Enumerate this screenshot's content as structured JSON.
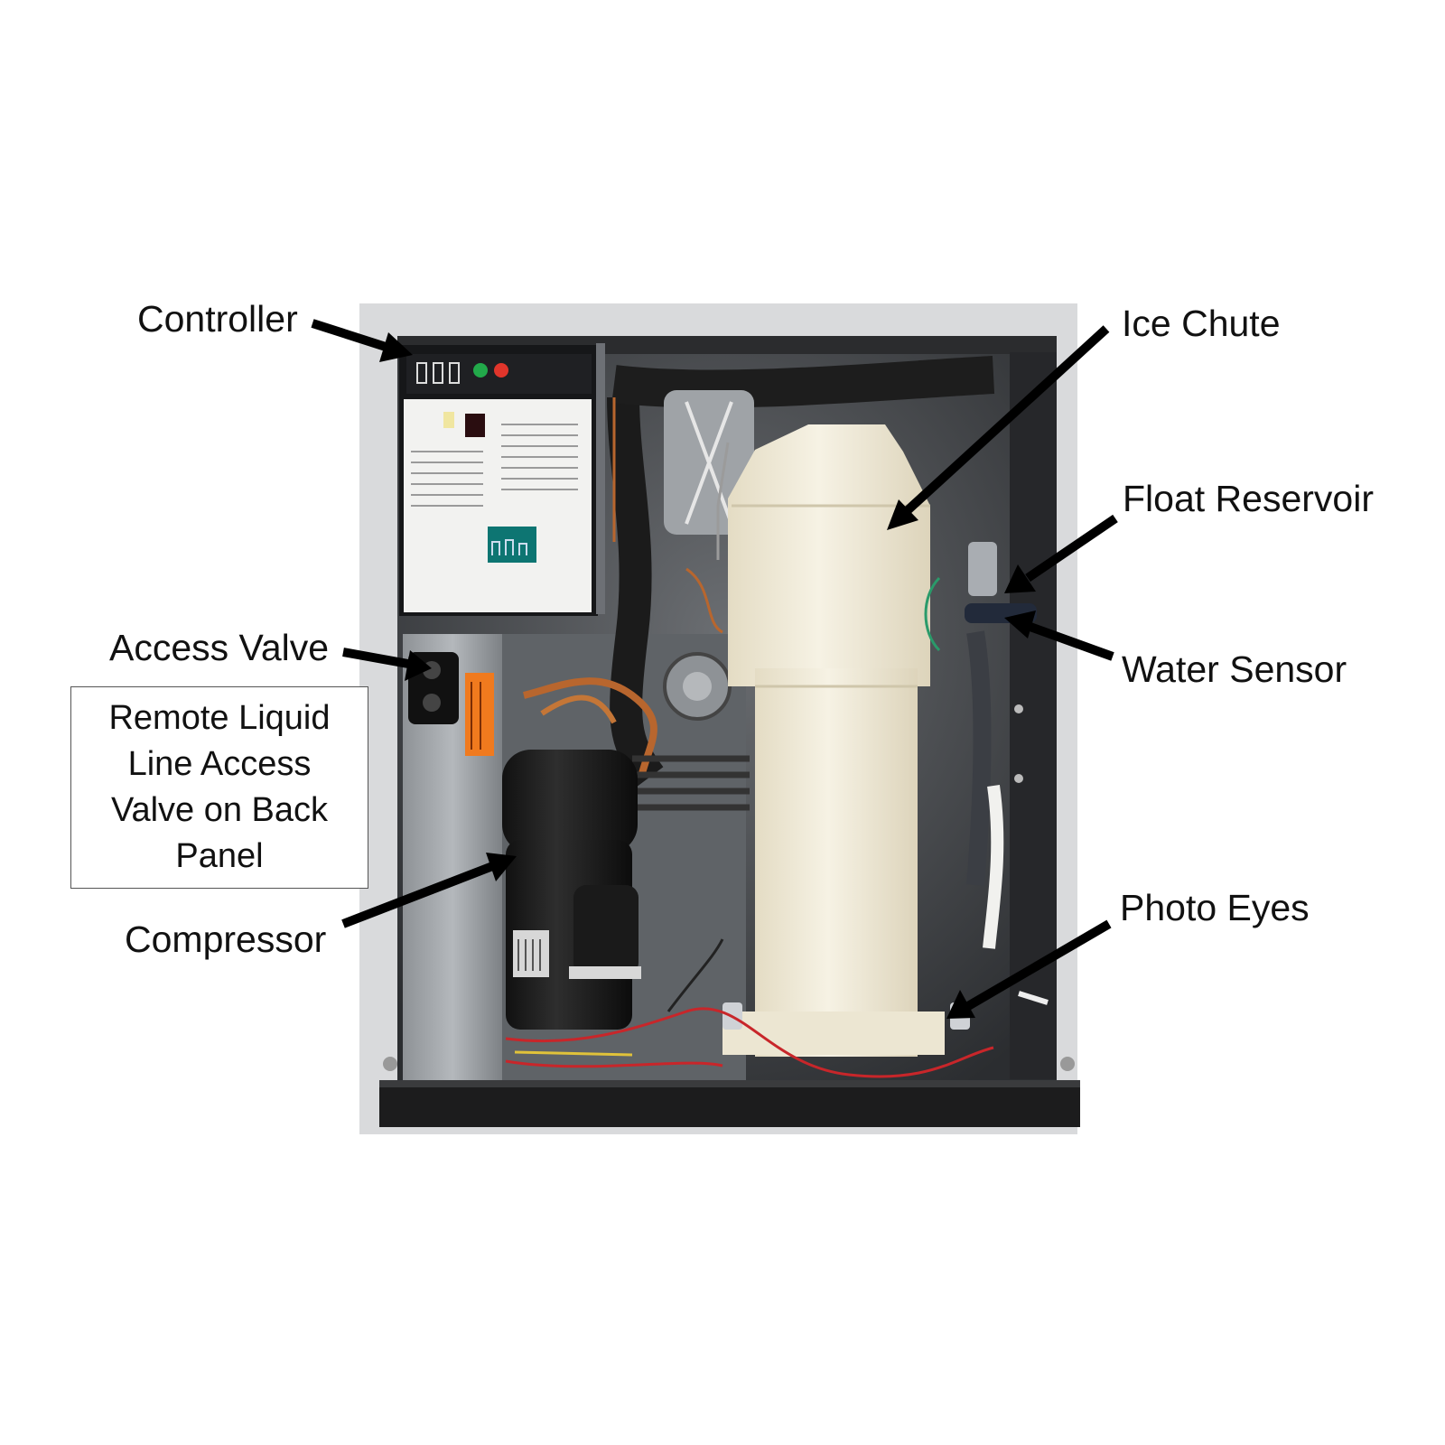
{
  "labels": {
    "controller": "Controller",
    "ice_chute": "Ice Chute",
    "float_reservoir": "Float Reservoir",
    "access_valve": "Access Valve",
    "water_sensor": "Water Sensor",
    "compressor": "Compressor",
    "photo_eyes": "Photo Eyes"
  },
  "note": "Remote Liquid Line Access Valve on Back Panel",
  "colors": {
    "cabinet": "#2a2b2d",
    "chute": "#f1ecda",
    "sticker": "#f07a1e",
    "indicator_green": "#22a94a",
    "indicator_red": "#e0352b",
    "copper": "#b8662e",
    "wire_red": "#c8262a"
  }
}
